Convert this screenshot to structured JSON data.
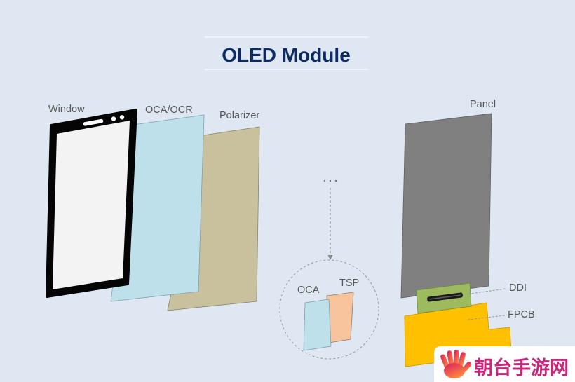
{
  "title": "OLED Module",
  "colors": {
    "background": "#dee7f2",
    "title": "#0e2a63"
  },
  "window": {
    "label": "Window",
    "frame_color": "#050505",
    "screen_color": "#f3f3f3"
  },
  "oca_ocr": {
    "label": "OCA/OCR",
    "color": "#bde0ea"
  },
  "polarizer": {
    "label": "Polarizer",
    "color": "#c9c19d"
  },
  "detail": {
    "oca": {
      "label": "OCA",
      "color": "#bde0ea"
    },
    "tsp": {
      "label": "TSP",
      "color": "#f8c49d"
    }
  },
  "panel": {
    "label": "Panel",
    "color": "#808080"
  },
  "ddi": {
    "label": "DDI",
    "color": "#9dbb5e"
  },
  "fpcb": {
    "label": "FPCB",
    "color": "#ffc000"
  },
  "watermark": {
    "text": "朝台手游网",
    "color": "#c8267c"
  }
}
